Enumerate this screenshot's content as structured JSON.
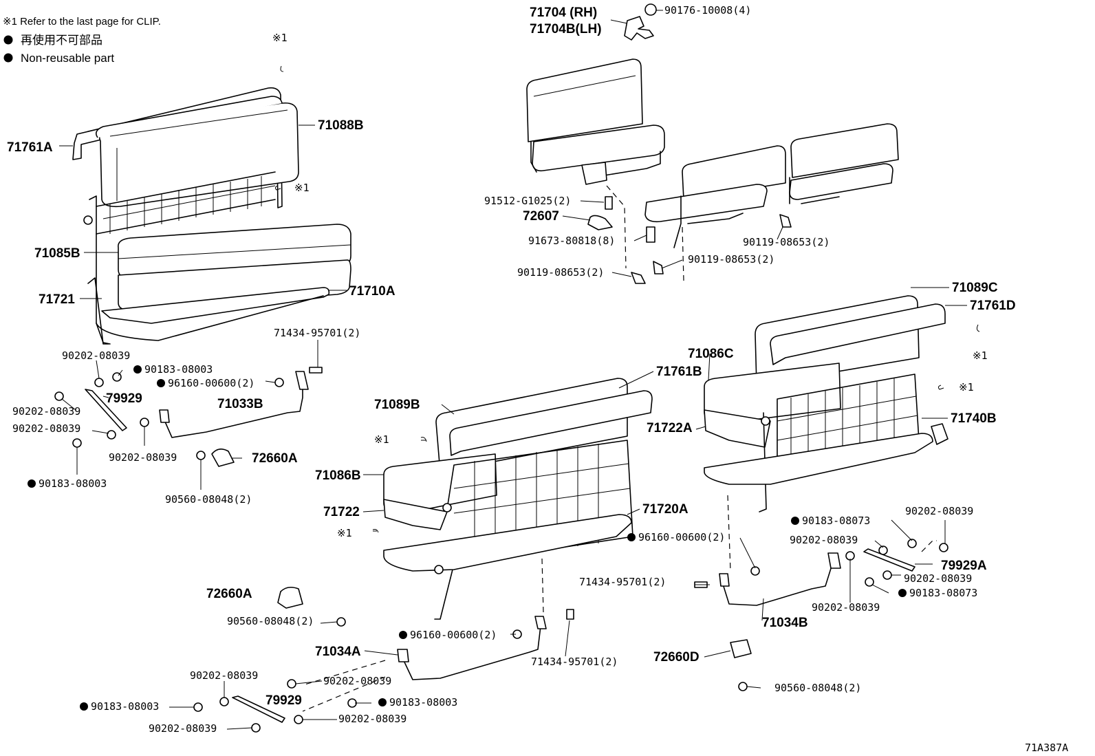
{
  "notes": {
    "clip_ref": "※1  Refer to the last page for CLIP.",
    "non_reusable_jp": "再使用不可部品",
    "non_reusable_en": "Non-reusable part",
    "bullet": "●"
  },
  "ref_mark": "※1",
  "figure_code": "71A387A",
  "labels": {
    "p71704_rh": "71704 (RH)",
    "p71704b_lh": "71704B(LH)",
    "p90176": "90176-10008(4)",
    "p71088b": "71088B",
    "p71761a": "71761A",
    "p71085b": "71085B",
    "p71721": "71721",
    "p71710a": "71710A",
    "p71434_a": "71434-95701(2)",
    "p90202_a": "90202-08039",
    "p90183_a": "90183-08003",
    "p96160_a": "96160-00600(2)",
    "p79929_a": "79929",
    "p71033b": "71033B",
    "p90202_b": "90202-08039",
    "p90202_c": "90202-08039",
    "p90202_d": "90202-08039",
    "p72660a_a": "72660A",
    "p90560_a": "90560-08048(2)",
    "p90183_b": "90183-08003",
    "p91512": "91512-G1025(2)",
    "p72607": "72607",
    "p91673": "91673-80818(8)",
    "p90119_a": "90119-08653(2)",
    "p90119_b": "90119-08653(2)",
    "p90119_c": "90119-08653(2)",
    "p71089c": "71089C",
    "p71761d": "71761D",
    "p71086c": "71086C",
    "p71761b": "71761B",
    "p71089b": "71089B",
    "p71722a": "71722A",
    "p71740b": "71740B",
    "p71086b": "71086B",
    "p71722": "71722",
    "p71720a": "71720A",
    "p96160_b": "96160-00600(2)",
    "p90183_c": "90183-08073",
    "p90202_e": "90202-08039",
    "p90202_f": "90202-08039",
    "p79929a": "79929A",
    "p90202_g": "90202-08039",
    "p90183_d": "90183-08073",
    "p71434_b": "71434-95701(2)",
    "p90202_h": "90202-08039",
    "p71034b": "71034B",
    "p72660a_b": "72660A",
    "p90560_b": "90560-08048(2)",
    "p96160_c": "96160-00600(2)",
    "p71034a": "71034A",
    "p71434_c": "71434-95701(2)",
    "p72660d": "72660D",
    "p90560_c": "90560-08048(2)",
    "p90202_i": "90202-08039",
    "p90202_j": "90202-08039",
    "p90183_e": "90183-08003",
    "p79929_b": "79929",
    "p90183_f": "90183-08003",
    "p90202_k": "90202-08039",
    "p90202_l": "90202-08039"
  }
}
